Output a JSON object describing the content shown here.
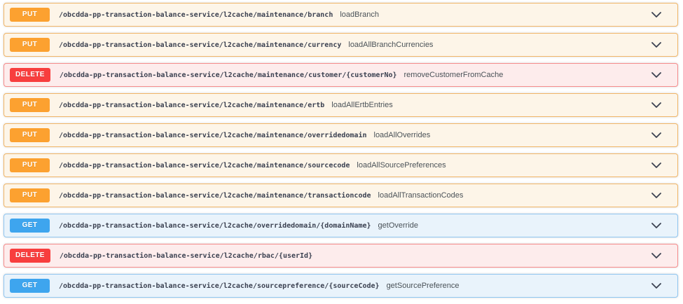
{
  "page": {
    "background_color": "#ffffff",
    "text_color": "#3b4151"
  },
  "method_styles": {
    "PUT": {
      "badge_color": "#fca130",
      "row_bg": "#fdf5e8",
      "row_border": "#f0b568"
    },
    "GET": {
      "badge_color": "#3ea5ee",
      "row_bg": "#e9f3fb",
      "row_border": "#8fc5f0"
    },
    "DELETE": {
      "badge_color": "#f83e3e",
      "row_bg": "#fdecec",
      "row_border": "#f58b8b"
    }
  },
  "icons": {
    "expand_icon": "chevron-down"
  },
  "endpoints": [
    {
      "method": "PUT",
      "path": "/obcdda-pp-transaction-balance-service/l2cache/maintenance/branch",
      "summary": "loadBranch"
    },
    {
      "method": "PUT",
      "path": "/obcdda-pp-transaction-balance-service/l2cache/maintenance/currency",
      "summary": "loadAllBranchCurrencies"
    },
    {
      "method": "DELETE",
      "path": "/obcdda-pp-transaction-balance-service/l2cache/maintenance/customer/{customerNo}",
      "summary": "removeCustomerFromCache"
    },
    {
      "method": "PUT",
      "path": "/obcdda-pp-transaction-balance-service/l2cache/maintenance/ertb",
      "summary": "loadAllErtbEntries"
    },
    {
      "method": "PUT",
      "path": "/obcdda-pp-transaction-balance-service/l2cache/maintenance/overridedomain",
      "summary": "loadAllOverrides"
    },
    {
      "method": "PUT",
      "path": "/obcdda-pp-transaction-balance-service/l2cache/maintenance/sourcecode",
      "summary": "loadAllSourcePreferences"
    },
    {
      "method": "PUT",
      "path": "/obcdda-pp-transaction-balance-service/l2cache/maintenance/transactioncode",
      "summary": "loadAllTransactionCodes"
    },
    {
      "method": "GET",
      "path": "/obcdda-pp-transaction-balance-service/l2cache/overridedomain/{domainName}",
      "summary": "getOverride"
    },
    {
      "method": "DELETE",
      "path": "/obcdda-pp-transaction-balance-service/l2cache/rbac/{userId}",
      "summary": ""
    },
    {
      "method": "GET",
      "path": "/obcdda-pp-transaction-balance-service/l2cache/sourcepreference/{sourceCode}",
      "summary": "getSourcePreference"
    }
  ]
}
